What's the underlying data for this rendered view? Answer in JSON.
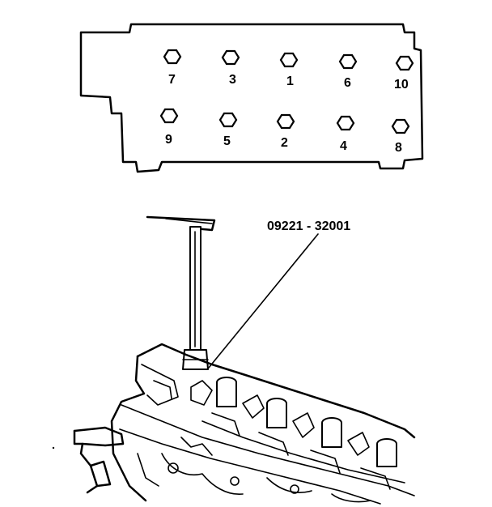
{
  "tool_callout": {
    "label": "09221 - 32001"
  },
  "bolt_pattern": {
    "top_row": [
      "7",
      "3",
      "1",
      "6",
      "10"
    ],
    "bottom_row": [
      "9",
      "5",
      "2",
      "4",
      "8"
    ]
  }
}
